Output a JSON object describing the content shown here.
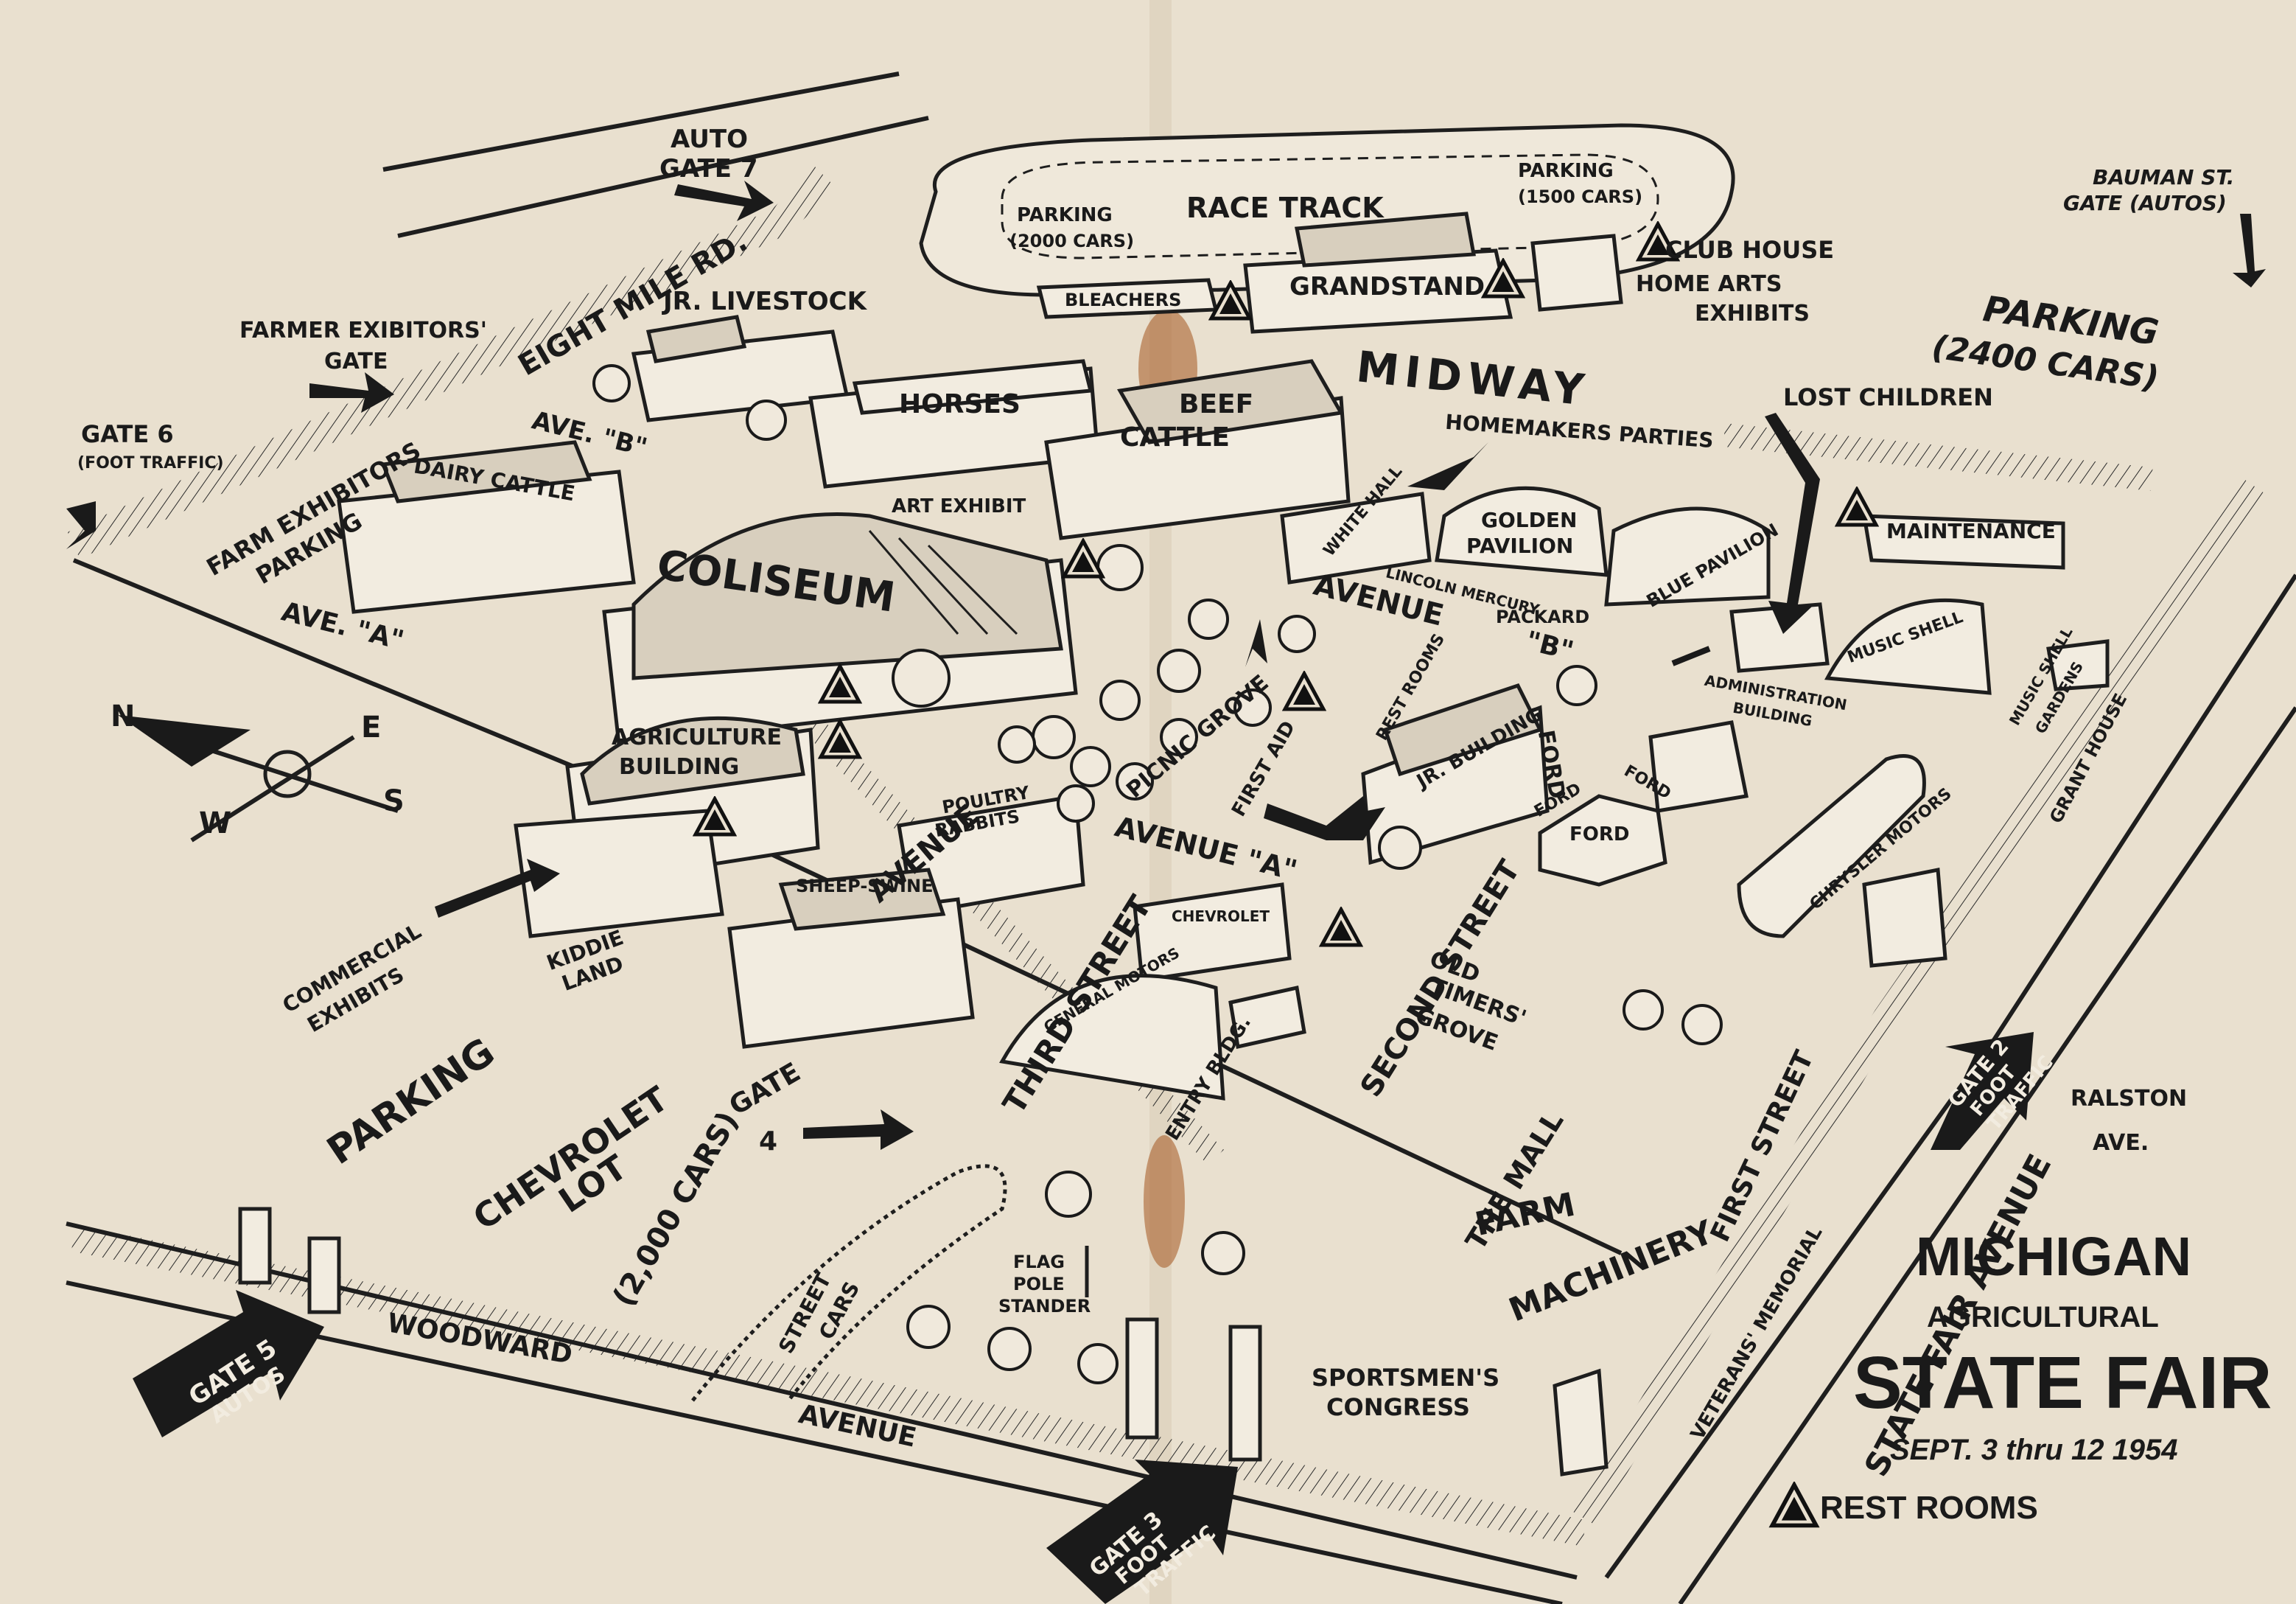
{
  "title": {
    "line1": "MICHIGAN",
    "line2": "AGRICULTURAL",
    "line3": "STATE FAIR",
    "dates": "SEPT. 3 thru 12 1954"
  },
  "legend": {
    "rest_rooms": "REST ROOMS"
  },
  "compass": {
    "n": "N",
    "e": "E",
    "s": "S",
    "w": "W"
  },
  "streets": {
    "eight_mile": "EIGHT MILE RD.",
    "ave_b_top": "AVE. \"B\"",
    "ave_a_left": "AVE. \"A\"",
    "avenue_b": "AVENUE",
    "avenue_b_letter": "\"B\"",
    "avenue_a": "AVENUE \"A\"",
    "avenue_diag": "AVENUE",
    "third_street": "THIRD STREET",
    "second_street": "SECOND STREET",
    "first_street": "FIRST STREET",
    "woodward": "WOODWARD",
    "woodward_avenue": "AVENUE",
    "state_fair_ave": "STATE FAIR AVENUE",
    "the_mall": "THE MALL",
    "ralston": "RALSTON",
    "ralston_ave": "AVE."
  },
  "gates": {
    "auto_gate_7": "AUTO",
    "auto_gate_7b": "GATE 7",
    "farmer_gate": "FARMER EXIBITORS'",
    "farmer_gate_b": "GATE",
    "gate6": "GATE 6",
    "gate6_sub": "(FOOT TRAFFIC)",
    "bauman": "BAUMAN ST.",
    "bauman_b": "GATE (AUTOS)",
    "gate5": "GATE 5",
    "gate5_b": "AUTOS",
    "gate4": "GATE",
    "gate4_num": "4",
    "gate3": "GATE 3",
    "gate3_b": "FOOT",
    "gate3_c": "TRAFFIC",
    "gate2": "GATE 2",
    "gate2_b": "FOOT",
    "gate2_c": "TRAFFIC"
  },
  "places": {
    "race_track": "RACE TRACK",
    "parking_2000": "PARKING",
    "parking_2000_b": "(2000 CARS)",
    "parking_1500": "PARKING",
    "parking_1500_b": "(1500 CARS)",
    "grandstand": "GRANDSTAND",
    "bleachers": "BLEACHERS",
    "club_house": "CLUB HOUSE",
    "home_arts": "HOME ARTS",
    "exhibits": "EXHIBITS",
    "jr_livestock": "JR. LIVESTOCK",
    "horses": "HORSES",
    "beef": "BEEF",
    "cattle": "CATTLE",
    "midway": "MIDWAY",
    "parking_2400": "PARKING",
    "parking_2400_b": "(2400 CARS)",
    "lost_children": "LOST CHILDREN",
    "homemakers": "HOMEMAKERS PARTIES",
    "farm_exhibitors": "FARM EXHIBITORS",
    "farm_exhibitors_b": "PARKING",
    "dairy_cattle": "DAIRY CATTLE",
    "coliseum": "COLISEUM",
    "art_exhibit": "ART EXHIBIT",
    "white_hall": "WHITE HALL",
    "golden_pavilion": "GOLDEN",
    "golden_pavilion_b": "PAVILION",
    "blue_pavilion": "BLUE PAVILION",
    "lincoln_mercury": "LINCOLN MERCURY",
    "packard": "PACKARD",
    "maintenance": "MAINTENANCE",
    "music_shell": "MUSIC SHELL",
    "music_shell_gardens": "MUSIC SHELL",
    "music_shell_gardens_b": "GARDENS",
    "administration": "ADMINISTRATION",
    "administration_b": "BUILDING",
    "grant_house": "GRANT HOUSE",
    "picnic_grove": "PICNIC GROVE",
    "rest_rooms": "REST ROOMS",
    "first_aid": "FIRST AID",
    "jr_building": "JR. BUILDING",
    "ford": "FORD",
    "chrysler": "CHRYSLER MOTORS",
    "agriculture": "AGRICULTURE",
    "agriculture_b": "BUILDING",
    "poultry": "POULTRY",
    "rabbits": "RABBITS",
    "sheep_swine": "SHEEP-SWINE",
    "chevrolet_bldg": "CHEVROLET",
    "general_motors": "GENERAL MOTORS",
    "entry_bldg": "ENTRY BLDG.",
    "commercial": "COMMERCIAL",
    "commercial_b": "EXHIBITS",
    "kiddie_land": "KIDDIE",
    "kiddie_land_b": "LAND",
    "parking_lot": "PARKING",
    "chevrolet_lot": "CHEVROLET",
    "lot": "LOT",
    "lot_b": "(2,000 CARS)",
    "old_timers": "OLD",
    "old_timers_b": "TIMERS'",
    "old_timers_c": "GROVE",
    "farm_machinery": "FARM",
    "farm_machinery_b": "MACHINERY",
    "street_cars": "STREET",
    "street_cars_b": "CARS",
    "flag_pole": "FLAG",
    "flag_pole_b": "POLE",
    "flag_pole_c": "STANDER",
    "sportsmen": "SPORTSMEN'S",
    "sportsmen_b": "CONGRESS",
    "veterans": "VETERANS' MEMORIAL"
  }
}
